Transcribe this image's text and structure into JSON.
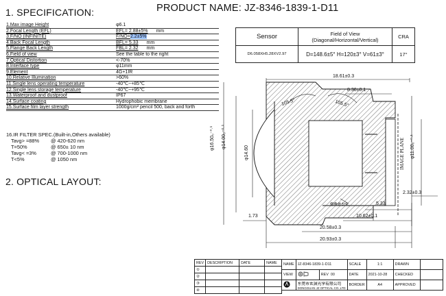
{
  "spec_heading": "1. SPECIFICATION:",
  "product_title": "PRODUCT NAME: JZ-8346-1839-1-D11",
  "specs": [
    {
      "label": "1.Max image Height",
      "value": "φ6.1"
    },
    {
      "label": "2.Focal Length (EFL)",
      "value_prefix": "EFL= 2.88±5%",
      "value_unit": "mm"
    },
    {
      "label": "3.F/NO (INFINITE)",
      "value_prefix": "F/NO=",
      "value_hl": "2.2±5%",
      "value_unit": ""
    },
    {
      "label": "4.Back Focal Length",
      "value_prefix": "BFL= 5.33",
      "value_unit": "mm"
    },
    {
      "label": "5.Flange Back Length",
      "value_prefix": "FBL= 2.32",
      "value_unit": "mm"
    },
    {
      "label": "6.Field of view",
      "value": "See the table to the right"
    },
    {
      "label": "7.Optical Distortion",
      "value": "<-70%"
    },
    {
      "label": "8.Interface type",
      "value": "φ11mm"
    },
    {
      "label": "9.Element",
      "value": "4G+1IR"
    },
    {
      "label": "10.Relative Illumination",
      "value": ">60%"
    },
    {
      "label": "11.Single lens operating temperature",
      "value": "-40℃~+85℃"
    },
    {
      "label": "12.Single lens storage temperature",
      "value": "-40℃~+95℃"
    },
    {
      "label": "13.Waterproof and dustproof",
      "value": "IP67"
    },
    {
      "label": "14.Surface coating",
      "value": "Hydrophobic membrane"
    },
    {
      "label": "15.Surface film layer strength",
      "value": "1000g/cm² pencil 500, back and forth"
    }
  ],
  "ir_filter": {
    "heading": "16.IR FILTER SPEC.(Built-in,Others available)",
    "rows": [
      {
        "k": "Tavg> =88%",
        "v": "@ 420-620 nm"
      },
      {
        "k": "T=50%",
        "v": "@ 650± 10 nm"
      },
      {
        "k": "Tavg< =3%",
        "v": "@ 700-1000 nm"
      },
      {
        "k": "T<5%",
        "v": "@ 1050 nm"
      }
    ]
  },
  "optical_heading": "2. OPTICAL LAYOUT:",
  "sensor_table": {
    "h_sensor": "Sensor",
    "h_fov_1": "Field of View",
    "h_fov_2": "(Diagonal/Horizontal/Vertical)",
    "h_cra": "CRA",
    "sensor": "D6.058XH5.28XV2.97",
    "fov": "D=148.6±5°  H=120±3°  V=61±3°",
    "cra": "17°"
  },
  "drawing": {
    "d_top": "18.61±0.3",
    "d_830": "8.30±0.1",
    "ang1": "105.5°",
    "ang2": "105.5°",
    "dia_1650": "φ16.50₀⁻⁰·¹",
    "dia_1400": "φ14.00₀⁻⁰·¹",
    "dia_148": "φ14.60",
    "dia_1100": "φ11.00₀⁻⁰·¹",
    "image_plane": "IMAGE PLANE",
    "d_232": "2.32±0.3",
    "d_533": "5.33",
    "chamfer_note": "倒角处匀化",
    "d_173": "1.73",
    "d_1062": "10.62±0.1",
    "d_2058": "20.58±0.3",
    "d_2093": "20.93±0.3"
  },
  "title_block": {
    "rev_h": "REV",
    "desc_h": "DESCRIPTION",
    "date_h": "DATE",
    "name_h": "NAME",
    "revs": [
      "①",
      "②",
      "③",
      "④"
    ],
    "name_k": "NAME",
    "name_v": "JZ-8346-1839-1-D11",
    "scale_k": "SCALE",
    "scale_v": "1:1",
    "drawn": "DRAWN",
    "view_k": "VIEW",
    "rev2": "REV",
    "rev2_v": "00",
    "date_k": "DATE",
    "date_v": "2021-10-28",
    "checked": "CHECKED",
    "company_cn": "东莞市玄渊光学有限公司",
    "company_en": "DONGGUAN JZ OPTICAL CO.,LTD",
    "border_k": "BORDER",
    "border_v": "A4",
    "approved": "APPROVED"
  },
  "colors": {
    "highlight": "#9ec4ff",
    "ink": "#111111"
  }
}
